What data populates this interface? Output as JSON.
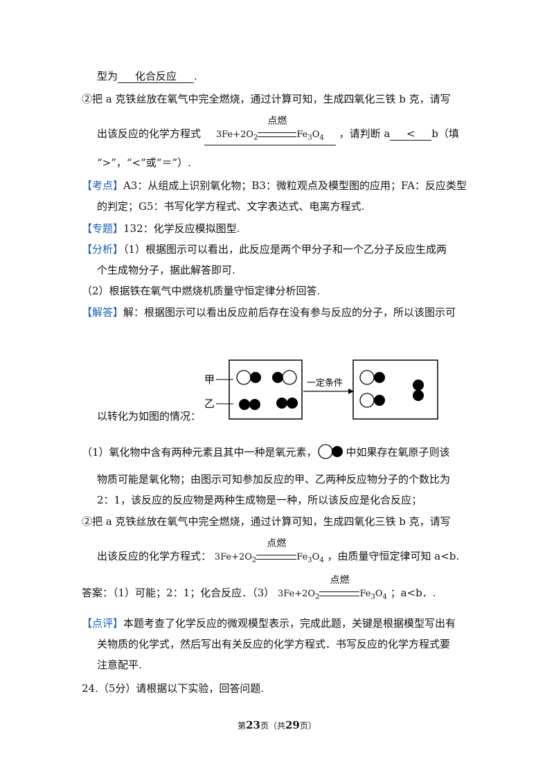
{
  "q_prev": {
    "l1_pre": "型为",
    "l1_ans": "化合反应",
    "l1_post": ".",
    "l2": "②把 a 克铁丝放在氧气中完全燃烧，通过计算可知，生成四氧化三铁 b 克，请写",
    "l3_pre": "出该反应的化学方程式",
    "eq_left": "3Fe+2O",
    "eq_sub2": "2",
    "eq_cond": "点燃",
    "eq_right": "Fe",
    "eq_r_sub1": "3",
    "eq_r_mid": "O",
    "eq_r_sub2": "4",
    "l3_mid": "，请判断 a",
    "l3_ans": "<",
    "l3_post": "b（填",
    "l4": "“>”，“<”或“＝”）."
  },
  "kaodian": {
    "tag": "【考点】",
    "l1": "A3：从组成上识别氧化物；B3：微粒观点及模型图的应用；FA：反应类型",
    "l2": "的判定；G5：书写化学方程式、文字表达式、电离方程式."
  },
  "zhuanti": {
    "tag": "【专题】",
    "text": "132：化学反应模拟图型."
  },
  "fenxi": {
    "tag": "【分析】",
    "l1": "（1）根据图示可以看出，此反应是两个甲分子和一个乙分子反应生成两",
    "l2": "个生成物分子，据此解答即可.",
    "l3": "（2）根据铁在氧气中燃烧机质量守恒定律分析回答."
  },
  "jieda": {
    "tag": "【解答】",
    "l1": "解：根据图示可以看出反应前后存在没有参与反应的分子，所以该图示可",
    "l2": "以转化为如图的情况：",
    "d_jia": "甲",
    "d_yi": "乙",
    "d_cond": "一定条件",
    "p1_pre": "（1）氧化物中含有两种元素且其中一种是氧元素，",
    "p1_post": "中如果存在氧原子则该",
    "p2": "物质可能是氧化物；由图示可知参加反应的甲、乙两种反应物分子的个数比为",
    "p3": "2：1，该反应的反应物是两种生成物是一种，所以该反应是化合反应；",
    "p4": "②把 a 克铁丝放在氧气中完全燃烧，通过计算可知，生成四氧化三铁 b 克，请写",
    "p5_pre": "出该反应的化学方程式：",
    "p5_post": "，由质量守恒定律可知 a<b.",
    "ans_pre": "答案：（1）可能；2：1；化合反应．（3）",
    "ans_post": "；a<b．."
  },
  "dianping": {
    "tag": "【点评】",
    "l1": "本题考查了化学反应的微观模型表示，完成此题，关键是根据模型写出有",
    "l2": "关物质的化学式，然后写出有关反应的化学方程式．书写反应的化学方程式要",
    "l3": "注意配平."
  },
  "q24": "24.（5分）请根据以下实验，回答问题.",
  "footer": {
    "pre": "第",
    "page": "23",
    "mid": "页（共",
    "total": "29",
    "post": "页）"
  },
  "colors": {
    "tag_blue": "#1a5fb4",
    "atom_black": "#000000"
  }
}
